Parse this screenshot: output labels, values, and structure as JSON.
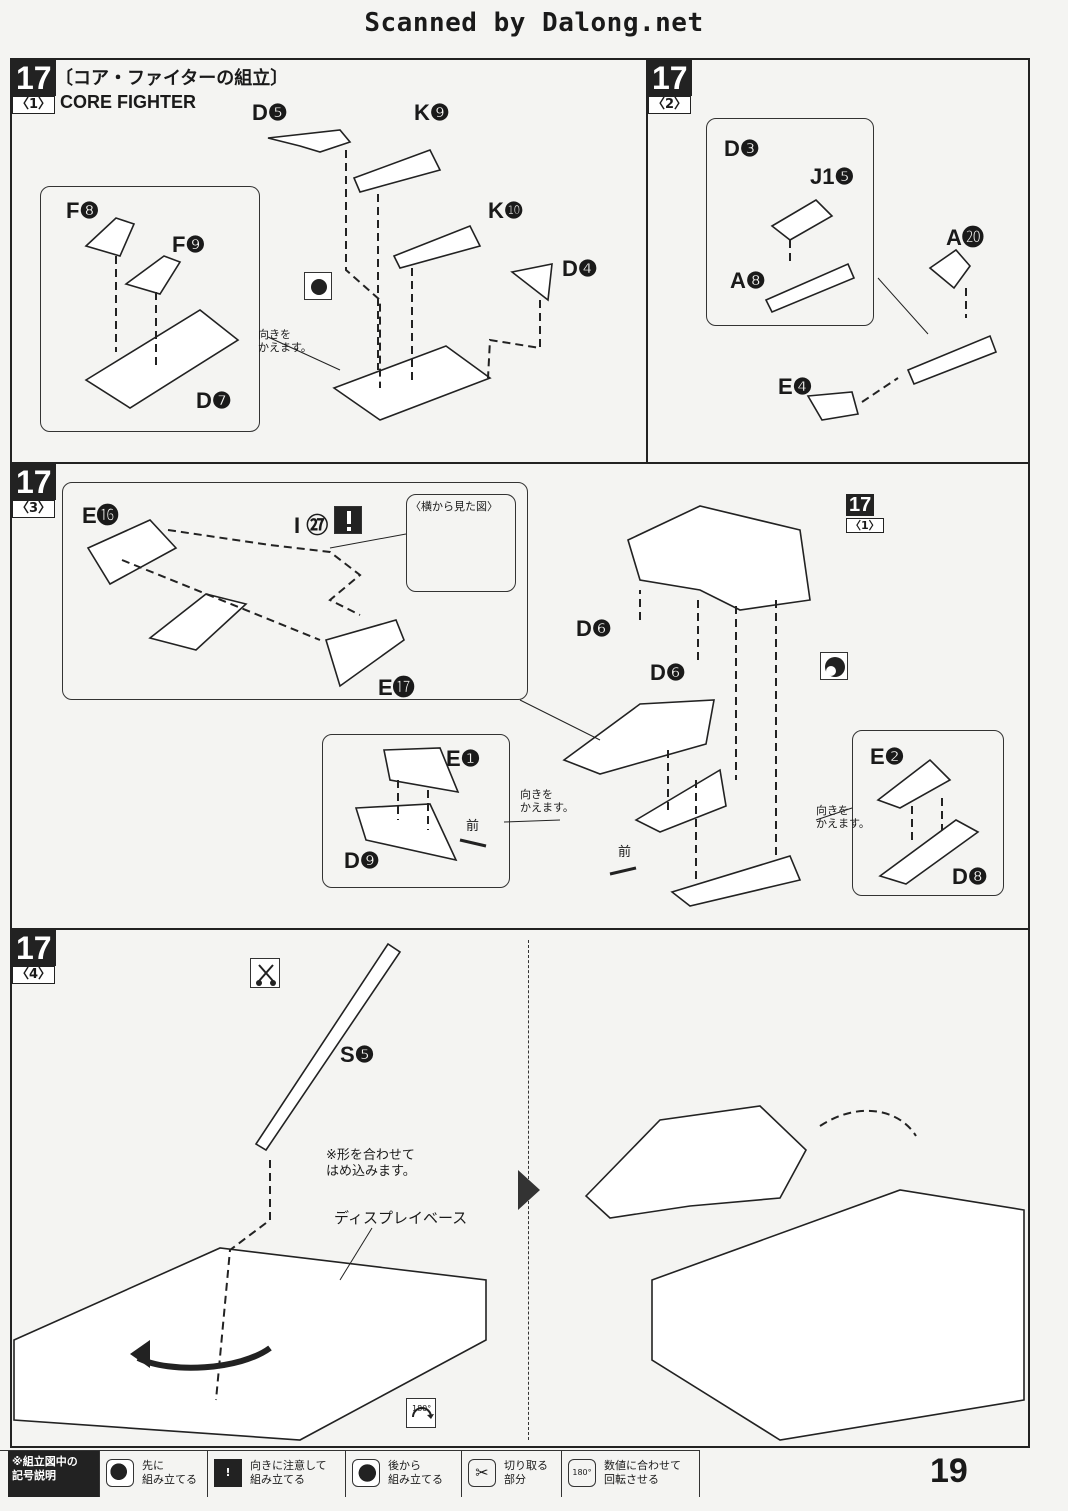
{
  "header": {
    "scan_credit": "Scanned by Dalong.net"
  },
  "step": {
    "number": "17",
    "sub1": {
      "label": "〈1〉",
      "title_jp": "〔コア・ファイターの組立〕",
      "title_en": "CORE FIGHTER"
    },
    "sub2": {
      "label": "〈2〉"
    },
    "sub3": {
      "label": "〈3〉"
    },
    "sub4": {
      "label": "〈4〉"
    }
  },
  "parts": {
    "p1": {
      "d5": "D❺",
      "k9": "K❾",
      "k10": "K❿",
      "d4": "D❹",
      "f8": "F❽",
      "f9": "F❾",
      "d7": "D❼"
    },
    "p2": {
      "d3": "D❸",
      "j15": "J1❺",
      "a20": "A⓴",
      "a8": "A❽",
      "e4": "E❹"
    },
    "p3": {
      "e16": "E⓰",
      "i27": "I ㉗",
      "e17": "E⓱",
      "d6a": "D❻",
      "d6b": "D❻",
      "e1": "E❶",
      "d9": "D❾",
      "e2": "E❷",
      "d8": "D❽",
      "ref": "17",
      "ref_sub": "〈1〉"
    },
    "p4": {
      "s5": "S❺"
    }
  },
  "notes": {
    "turn_over": "向きを\nかえます。",
    "side_view": "〈横から見た図〉",
    "front": "前",
    "fit_shape": "※形を合わせて\nはめ込みます。",
    "display_base": "ディスプレイベース"
  },
  "legend": {
    "title": "※組立図中の\n記号説明",
    "items": [
      {
        "icon": "assemble-first-icon",
        "label": "先に\n組み立てる"
      },
      {
        "icon": "caution-icon",
        "label": "向きに注意して\n組み立てる"
      },
      {
        "icon": "assemble-later-icon",
        "label": "後から\n組み立てる"
      },
      {
        "icon": "cut-icon",
        "label": "切り取る\n部分"
      },
      {
        "icon": "rotate-180-icon",
        "label": "数値に合わせて\n回転させる"
      }
    ],
    "rotate_value": "180°"
  },
  "page_number": "19"
}
